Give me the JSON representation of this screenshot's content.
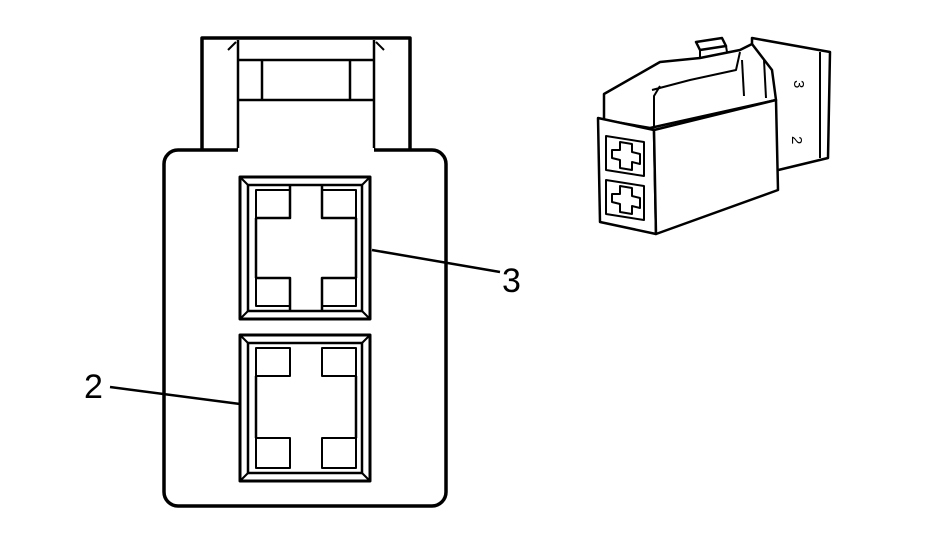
{
  "callouts": {
    "terminal_3": "3",
    "terminal_2": "2"
  },
  "iso_view": {
    "label_top": "3",
    "label_bottom": "2"
  },
  "colors": {
    "line": "#000000",
    "background": "#ffffff"
  }
}
